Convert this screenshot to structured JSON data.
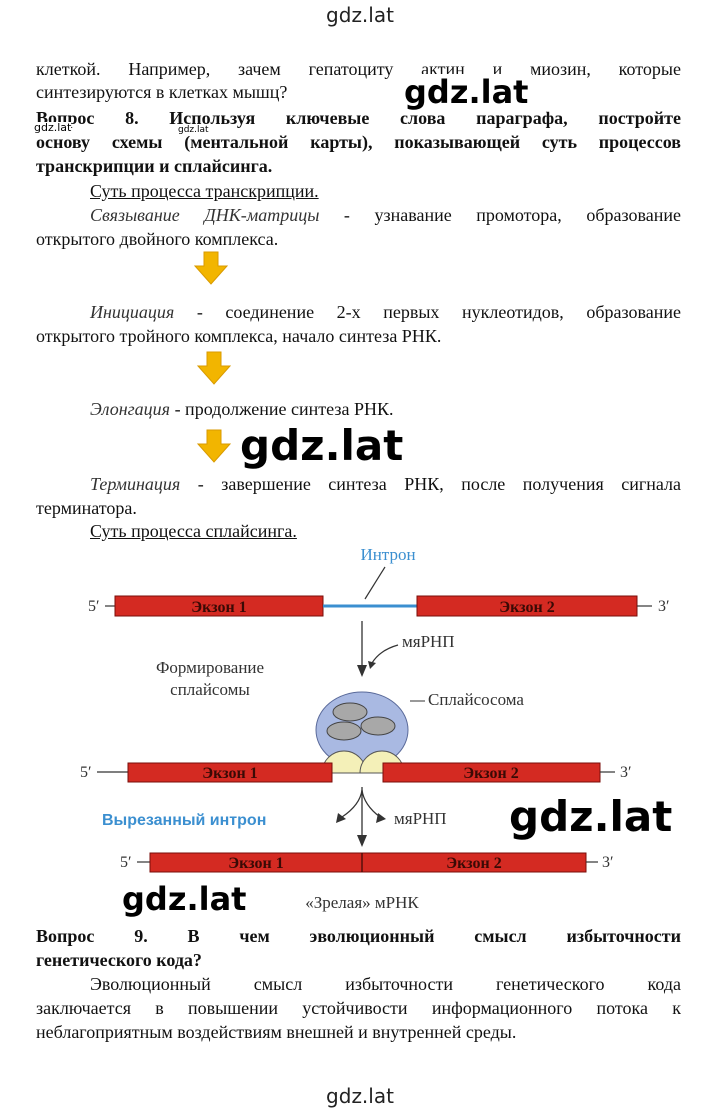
{
  "header": {
    "site": "gdz.lat"
  },
  "footer": {
    "site": "gdz.lat"
  },
  "intro": {
    "line1": "клеткой. Например, зачем гепатоциту актин и миозин, которые",
    "line2": "синтезируются в клетках мышц?"
  },
  "question8": {
    "line1": "Вопрос 8. Используя ключевые слова параграфа, постройте",
    "line2": "основу схемы (ментальной карты), показывающей суть процессов",
    "line3": "транскрипции и сплайсинга."
  },
  "transcription": {
    "heading": "Суть процесса транскрипции.",
    "steps": [
      {
        "term": "Связывание ДНК-матрицы",
        "desc1": " - узнавание промотора, образование",
        "desc2": "открытого двойного комплекса."
      },
      {
        "term": "Инициация",
        "desc1": " - соединение 2-х первых нуклеотидов, образование",
        "desc2": "открытого тройного комплекса, начало синтеза РНК."
      },
      {
        "term": "Элонгация",
        "desc1": " - продолжение синтеза РНК.",
        "desc2": ""
      },
      {
        "term": "Терминация",
        "desc1": " - завершение синтеза РНК, после получения сигнала",
        "desc2": "терминатора."
      }
    ]
  },
  "splicing": {
    "heading": "Суть процесса сплайсинга.",
    "diagram": {
      "intron_label": "Интрон",
      "exon1": "Экзон 1",
      "exon2": "Экзон 2",
      "five_prime": "5′",
      "three_prime": "3′",
      "snrnp": "мяРНП",
      "formation_line1": "Формирование",
      "formation_line2": "сплайсомы",
      "spliceosome": "Сплайсосома",
      "excised_intron": "Вырезанный интрон",
      "mature_mrna": "«Зрелая» мРНК"
    }
  },
  "question9": {
    "line1": "Вопрос 9. В чем эволюционный смысл избыточности",
    "line2": "генетического кода?"
  },
  "answer9": {
    "line1": "Эволюционный смысл избыточности генетического кода",
    "line2": "заключается в повышении устойчивости информационного потока к",
    "line3": "неблагоприятным воздействиям внешней и внутренней среды."
  },
  "watermarks": {
    "text": "gdz.lat"
  },
  "colors": {
    "exon": "#d42a22",
    "intron": "#3b8fd0",
    "arrow": "#f2b500",
    "spliceosome": "#a9b9e2"
  }
}
